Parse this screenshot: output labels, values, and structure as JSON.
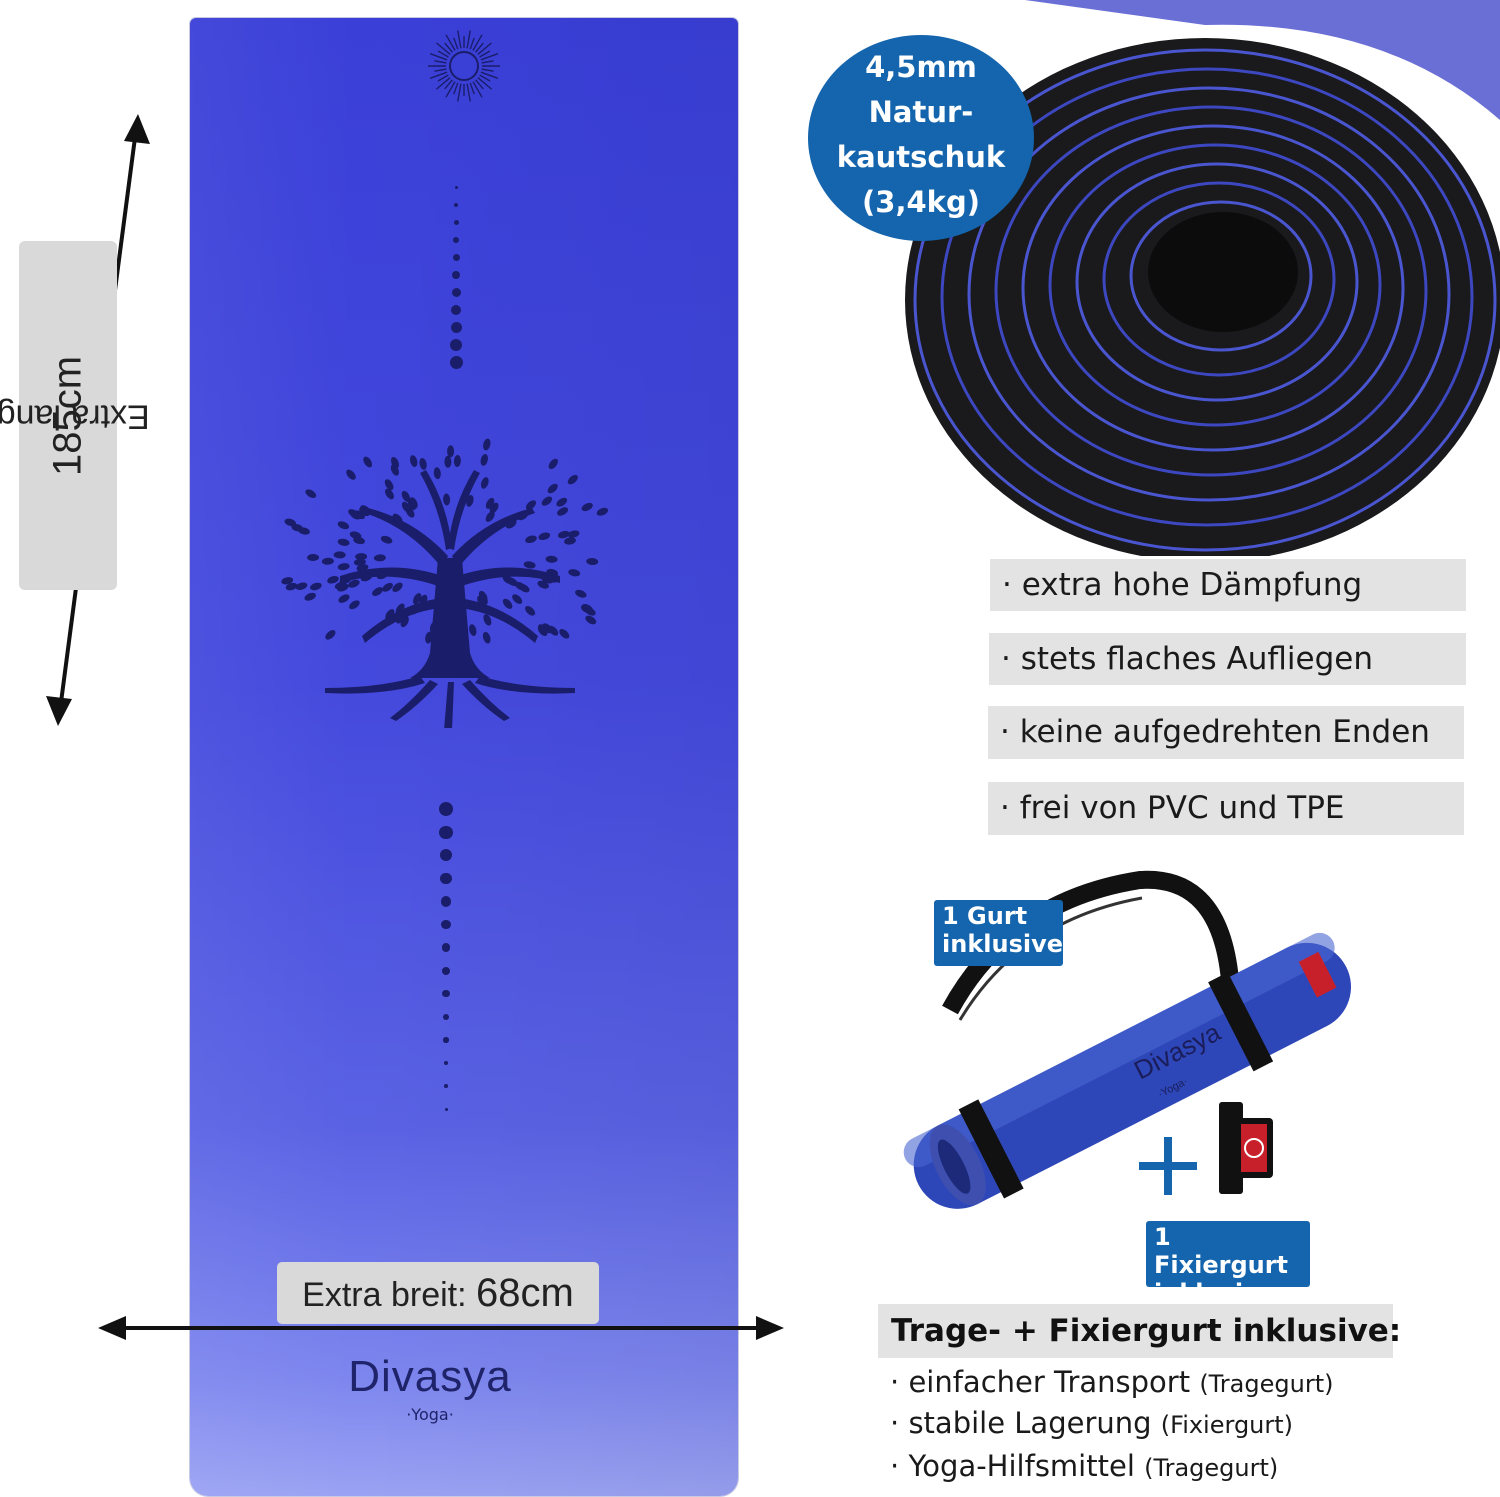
{
  "dimensions": {
    "length_prefix": "Extra lang: ",
    "length_value": "185cm",
    "width_prefix": "Extra breit: ",
    "width_value": "68cm"
  },
  "brand": {
    "name": "Divasya",
    "subtitle": "·Yoga·"
  },
  "badge": {
    "line1": "4,5mm",
    "line2": "Natur-",
    "line3": "kautschuk",
    "line4": "(3,4kg)"
  },
  "features": [
    "· extra hohe Dämpfung",
    "· stets flaches Aufliegen",
    "· keine aufgedrehten Enden",
    "· frei von PVC und TPE"
  ],
  "tags": {
    "gurt": [
      "1 Gurt",
      "inklusive"
    ],
    "fixiergurt": [
      "1 Fixiergurt",
      "inklusive"
    ]
  },
  "product_image": {
    "brand": "Divasya",
    "subtitle": "·Yoga·",
    "plus": "+"
  },
  "strap_section": {
    "heading": "Trage- + Fixiergurt inklusive:",
    "items": [
      {
        "text": "einfacher Transport",
        "note": "(Tragegurt)"
      },
      {
        "text": "stabile Lagerung",
        "note": "(Fixiergurt)"
      },
      {
        "text": "Yoga-Hilfsmittel",
        "note": "(Tragegurt)"
      }
    ]
  },
  "colors": {
    "mat_blue": "#4449dd",
    "badge_blue": "#1465ad",
    "label_gray": "#d9d9d9",
    "navy_print": "#1a1d6a"
  },
  "icons": [
    "sun-icon",
    "tree-of-life-icon",
    "double-arrow-icon",
    "plus-icon"
  ]
}
